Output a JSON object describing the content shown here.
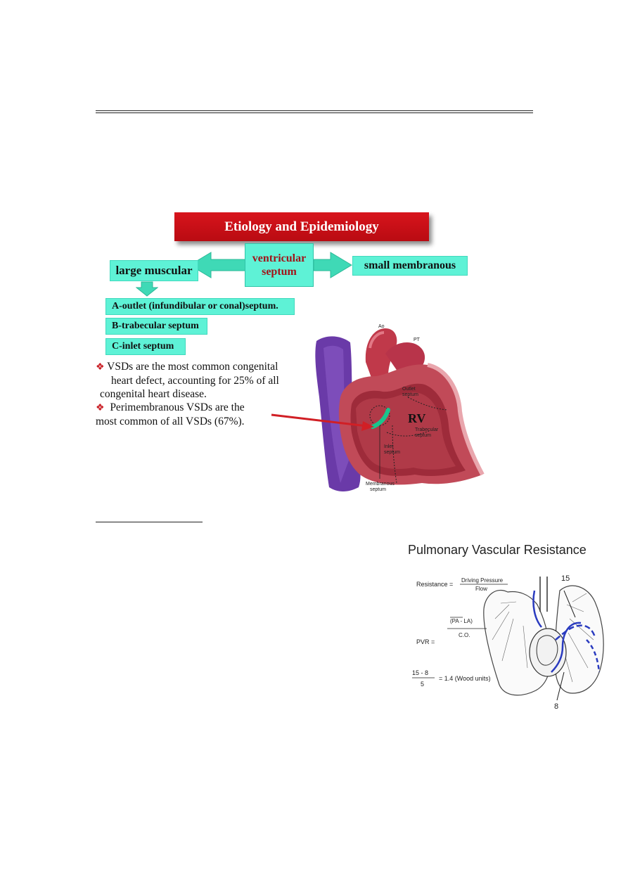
{
  "diagram": {
    "banner_title": "Etiology and Epidemiology",
    "center_box": {
      "line1": "ventricular",
      "line2": "septum"
    },
    "left_box": "large muscular",
    "right_box": "small membranous",
    "subtypes": [
      "A-outlet (infundibular or conal)septum.",
      "B-trabecular septum",
      "C-inlet septum"
    ],
    "colors": {
      "banner": "#c8101a",
      "box": "#5ef2d6",
      "accent_text": "#a1141a"
    }
  },
  "bullets": [
    {
      "line1": "VSDs are the most  common congenital",
      "line2": "heart defect, accounting for 25% of all",
      "line3": "congenital heart disease."
    },
    {
      "line1": "Perimembranous VSDs are the",
      "line2": "most common of all VSDs (67%)."
    }
  ],
  "heart_figure": {
    "labels": {
      "ao": "Ao",
      "pt": "PT",
      "outlet": [
        "Outlet",
        "septum"
      ],
      "rv": "RV",
      "trabecular": [
        "Trabecular",
        "septum"
      ],
      "inlet": [
        "Inlet",
        "septum"
      ],
      "membranous": [
        "Membranous",
        "septum"
      ]
    }
  },
  "pvr_figure": {
    "title": "Pulmonary Vascular Resistance",
    "resistance_label": "Resistance =",
    "resistance_num": "Driving Pressure",
    "resistance_den": "Flow",
    "pvr_label": "PVR =",
    "pvr_num": "(PA - LA)",
    "pvr_den": "C.O.",
    "calc_num": "15 - 8",
    "calc_den": "5",
    "calc_result": "= 1.4 (Wood units)",
    "marker_15": "15",
    "marker_8": "8"
  }
}
